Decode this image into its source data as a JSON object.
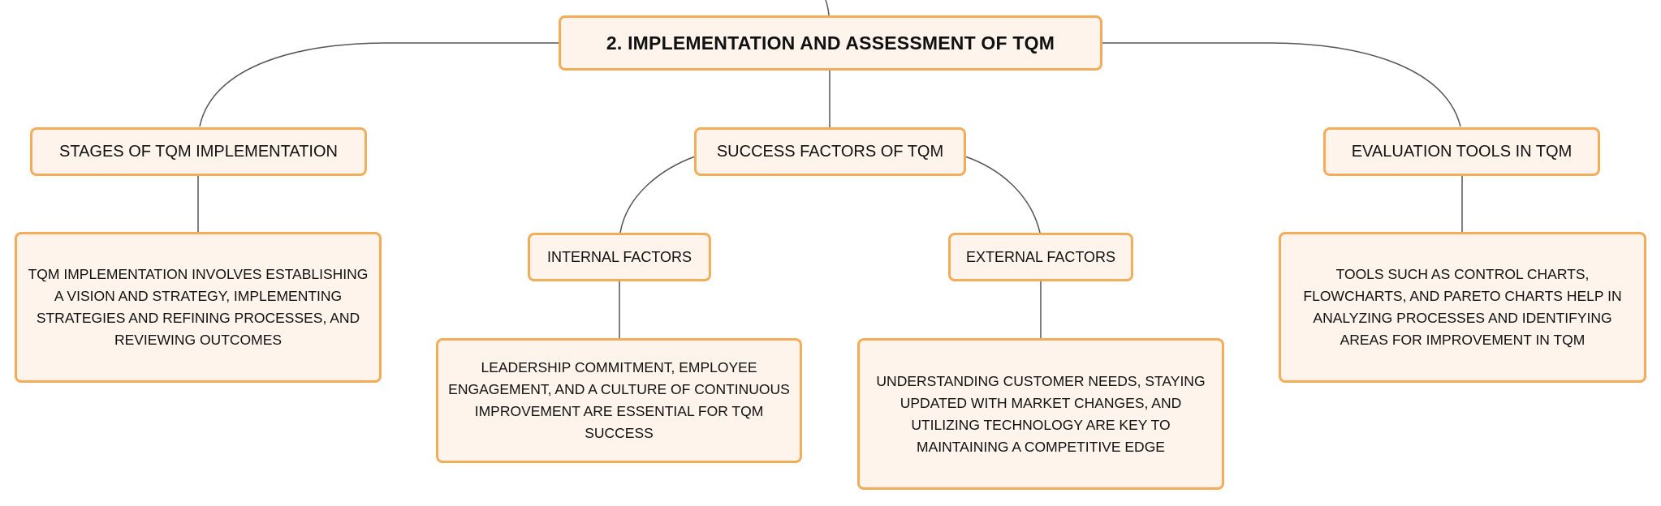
{
  "mindmap": {
    "root": {
      "label": "2. IMPLEMENTATION AND ASSESSMENT OF TQM"
    },
    "branches": [
      {
        "id": "stages",
        "label": "STAGES OF TQM IMPLEMENTATION",
        "detail": "TQM IMPLEMENTATION INVOLVES ESTABLISHING A VISION AND STRATEGY, IMPLEMENTING STRATEGIES AND REFINING PROCESSES, AND REVIEWING OUTCOMES"
      },
      {
        "id": "success",
        "label": "SUCCESS FACTORS OF TQM",
        "children": [
          {
            "id": "internal",
            "label": "INTERNAL FACTORS",
            "detail": "LEADERSHIP COMMITMENT, EMPLOYEE ENGAGEMENT, AND A CULTURE OF CONTINUOUS IMPROVEMENT ARE ESSENTIAL FOR TQM SUCCESS"
          },
          {
            "id": "external",
            "label": "EXTERNAL FACTORS",
            "detail": "UNDERSTANDING CUSTOMER NEEDS, STAYING UPDATED WITH MARKET CHANGES, AND UTILIZING TECHNOLOGY ARE KEY TO MAINTAINING A COMPETITIVE EDGE"
          }
        ]
      },
      {
        "id": "evaluation",
        "label": "EVALUATION TOOLS IN TQM",
        "detail": "TOOLS SUCH AS CONTROL CHARTS, FLOWCHARTS, AND PARETO CHARTS HELP IN ANALYZING PROCESSES AND IDENTIFYING AREAS FOR IMPROVEMENT IN TQM"
      }
    ]
  },
  "colors": {
    "node_border": "#f2ad5a",
    "node_fill": "#fff4ec",
    "connector": "#555555",
    "text": "#111111"
  }
}
